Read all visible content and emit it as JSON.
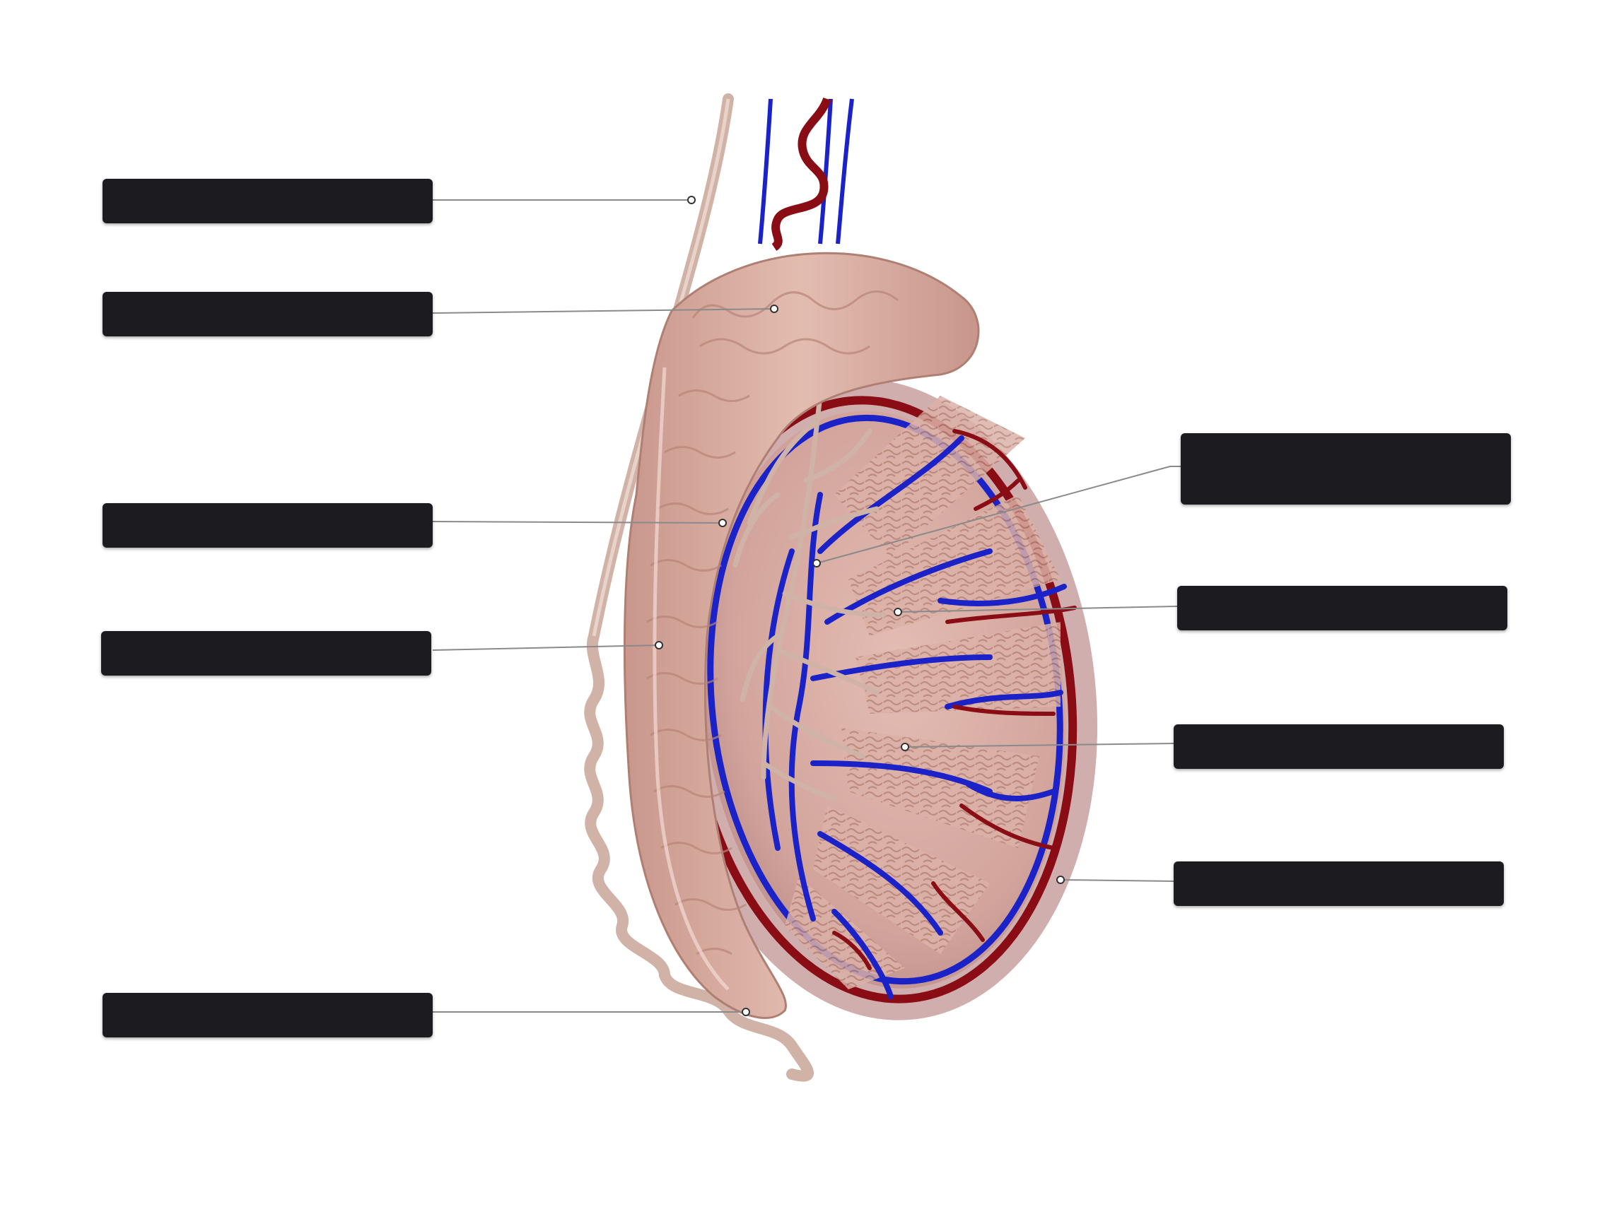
{
  "colors": {
    "background": "#ffffff",
    "label_box": "#1c1c20",
    "leader_line": "#8a8a8a",
    "leader_dot": "#ffffff",
    "tissue_pink": "#d9aea3",
    "tissue_shadow": "#b58378",
    "testis_body": "#d5a8a0",
    "capsule": "#c89a96",
    "artery": "#8a0c14",
    "vein": "#1a22c8",
    "duct_tan": "#d2b7ab"
  },
  "labels": [
    {
      "id": "label-1",
      "text": ""
    },
    {
      "id": "label-2",
      "text": ""
    },
    {
      "id": "label-3",
      "text": ""
    },
    {
      "id": "label-4",
      "text": ""
    },
    {
      "id": "label-5",
      "text": ""
    },
    {
      "id": "label-6",
      "text": ""
    },
    {
      "id": "label-7",
      "text": ""
    },
    {
      "id": "label-8",
      "text": ""
    },
    {
      "id": "label-9",
      "text": ""
    }
  ]
}
